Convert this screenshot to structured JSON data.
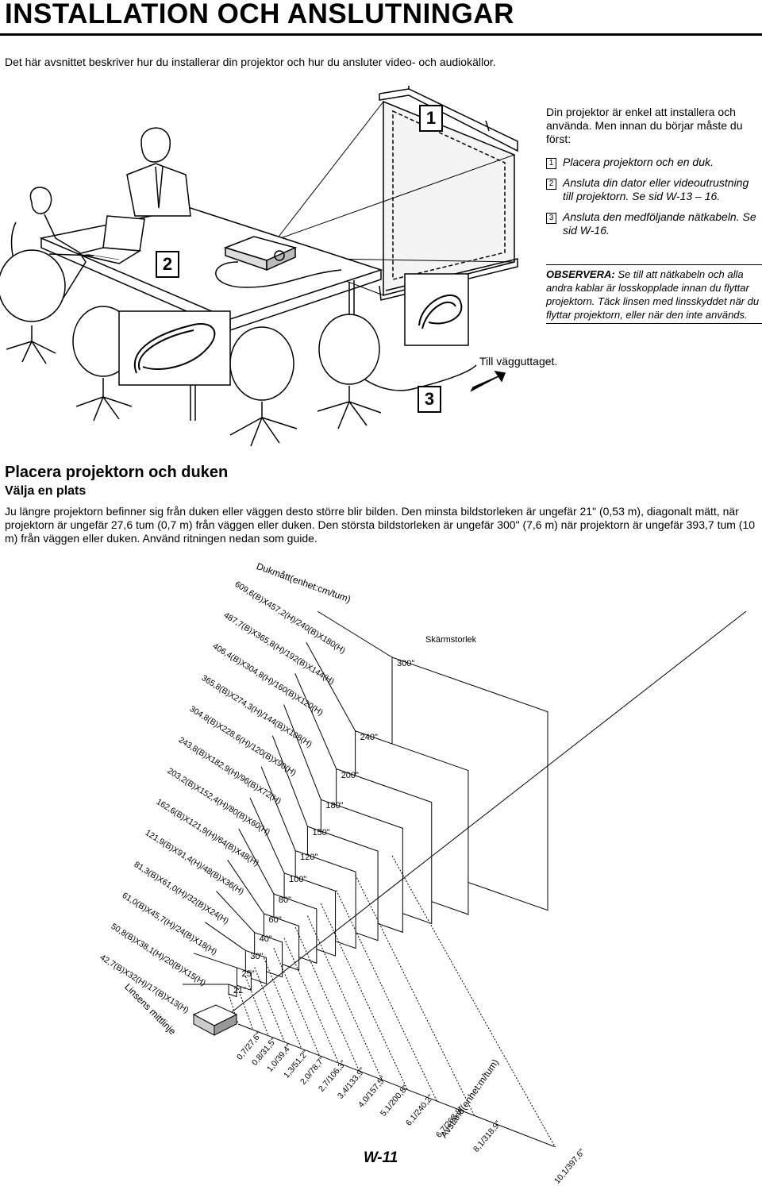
{
  "header": {
    "title": "INSTALLATION OCH ANSLUTNINGAR",
    "intro": "Det här avsnittet beskriver hur du installerar din projektor och hur du ansluter video- och audiokällor."
  },
  "steps": {
    "lead": "Din projektor är enkel att installera och använda. Men innan du börjar måste du först:",
    "items": [
      {
        "num": "1",
        "text": "Placera projektorn och en duk."
      },
      {
        "num": "2",
        "text": "Ansluta din dator eller videoutrustning till projektorn. Se sid W-13 – 16."
      },
      {
        "num": "3",
        "text": "Ansluta den medföljande nätkabeln. Se sid W-16."
      }
    ]
  },
  "note": {
    "label": "OBSERVERA:",
    "text": "Se till att nätkabeln och alla andra kablar är losskopplade innan du flyttar projektorn. Täck linsen med linsskyddet när du flyttar projektorn, eller när den inte används."
  },
  "illustration": {
    "badges": [
      "1",
      "2",
      "3"
    ],
    "wall_label": "Till vägguttaget."
  },
  "section": {
    "heading": "Placera projektorn och duken",
    "subheading": "Välja en plats",
    "body": "Ju längre projektorn befinner sig från duken eller väggen desto större blir bilden. Den minsta bildstorleken är ungefär 21\" (0,53 m), diagonalt mätt, när projektorn är ungefär 27,6 tum (0,7 m) från väggen eller duken. Den största bildstorleken är ungefär 300\" (7,6 m) när projektorn är ungefär 393,7 tum (10 m) från väggen eller duken. Använd ritningen nedan som guide."
  },
  "diagram": {
    "screen_size_title": "Dukmått(enhet:cm/tum)",
    "screen_size_label": "Skärmstorlek",
    "lens_label": "Linsens mittlinje",
    "distance_title": "Avstånd(enhet:m/tum)",
    "sizes": [
      {
        "diag": "300\"",
        "dims": "609,6(B)X457,2(H)/240(B)X180(H)",
        "distance": "10,1/397,6\""
      },
      {
        "diag": "240\"",
        "dims": "487,7(B)X365,8(H)/192(B)X144(H)",
        "distance": "8,1/318,9\""
      },
      {
        "diag": "200\"",
        "dims": "406,4(B)X304,8(H)/160(B)X120(H)",
        "distance": "6,7/263,8\""
      },
      {
        "diag": "180\"",
        "dims": "365,8(B)X274,3(H)/144(B)X108(H)",
        "distance": "6,1/240,2\""
      },
      {
        "diag": "150\"",
        "dims": "304,8(B)X228,6(H)/120(B)X90(H)",
        "distance": "5,1/200,8\""
      },
      {
        "diag": "120\"",
        "dims": "243,8(B)X182,9(H)/96(B)X72(H)",
        "distance": "4,0/157,5\""
      },
      {
        "diag": "100\"",
        "dims": "203,2(B)X152,4(H)/80(B)X60(H)",
        "distance": "3,4/133,9\""
      },
      {
        "diag": "80\"",
        "dims": "162,6(B)X121,9(H)/64(B)X48(H)",
        "distance": "2,7/106,3\""
      },
      {
        "diag": "60\"",
        "dims": "121,9(B)X91,4(H)/48(B)X36(H)",
        "distance": "2,0/78,7\""
      },
      {
        "diag": "40\"",
        "dims": "81,3(B)X61,0(H)/32(B)X24(H)",
        "distance": "1,3/51,2\""
      },
      {
        "diag": "30\"",
        "dims": "61,0(B)X45,7(H)/24(B)X18(H)",
        "distance": "1,0/39,4\""
      },
      {
        "diag": "25\"",
        "dims": "50,8(B)X38,1(H)/20(B)X15(H)",
        "distance": "0,8/31,5\""
      },
      {
        "diag": "21\"",
        "dims": "42,7(B)X32(H)/17(B)X13(H)",
        "distance": "0,7/27,6\""
      }
    ]
  },
  "footer": {
    "page_number": "W-11"
  }
}
